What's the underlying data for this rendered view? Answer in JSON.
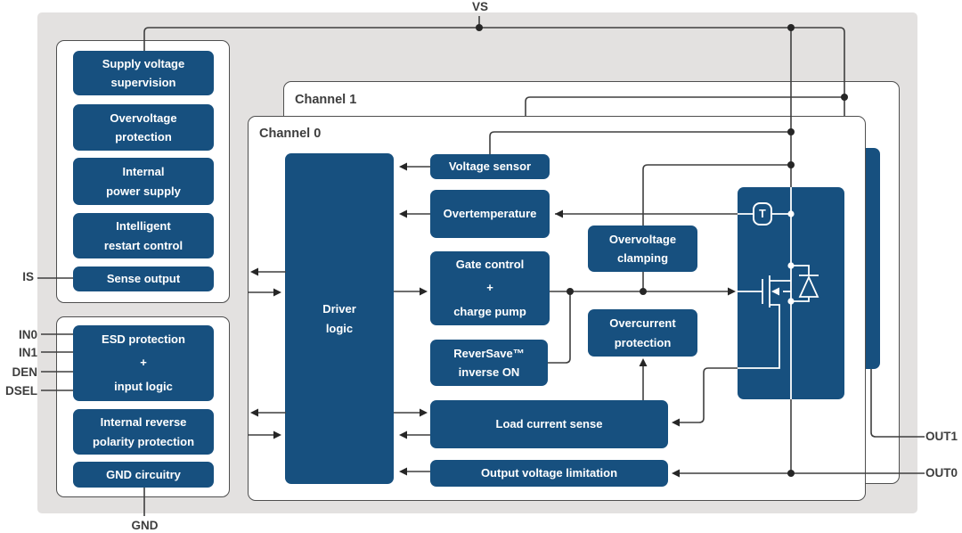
{
  "title": "Smart high-side switch block diagram",
  "colors": {
    "block_blue": "#17507f",
    "background_gray": "#e3e1e0",
    "box_border": "#4f4f4f",
    "line": "#3f3f3f",
    "label_ink": "#3d3d3d",
    "block_text": "#ffffff"
  },
  "pins": {
    "vs": "VS",
    "is": "IS",
    "in0": "IN0",
    "in1": "IN1",
    "den": "DEN",
    "dsel": "DSEL",
    "gnd": "GND",
    "out1": "OUT1",
    "out0": "OUT0"
  },
  "channels": {
    "back": "Channel 1",
    "front": "Channel 0"
  },
  "blocks": {
    "supply_voltage_supervision": "Supply voltage\nsupervision",
    "overvoltage_protection": "Overvoltage\nprotection",
    "internal_power_supply": "Internal\npower supply",
    "intelligent_restart_control": "Intelligent\nrestart control",
    "sense_output": "Sense output",
    "esd_input_logic": "ESD protection\n+\ninput logic",
    "internal_reverse_polarity_protection": "Internal reverse\npolarity protection",
    "gnd_circuitry": "GND circuitry",
    "driver_logic": "Driver\nlogic",
    "voltage_sensor": "Voltage sensor",
    "overtemperature": "Overtemperature",
    "gate_control_charge_pump": "Gate control\n+\ncharge pump",
    "reversave_inverse_on": "ReverSave™\ninverse ON",
    "overvoltage_clamping": "Overvoltage\nclamping",
    "overcurrent_protection": "Overcurrent\nprotection",
    "load_current_sense": "Load current sense",
    "output_voltage_limitation": "Output voltage limitation",
    "temperature_sensor": "T"
  }
}
